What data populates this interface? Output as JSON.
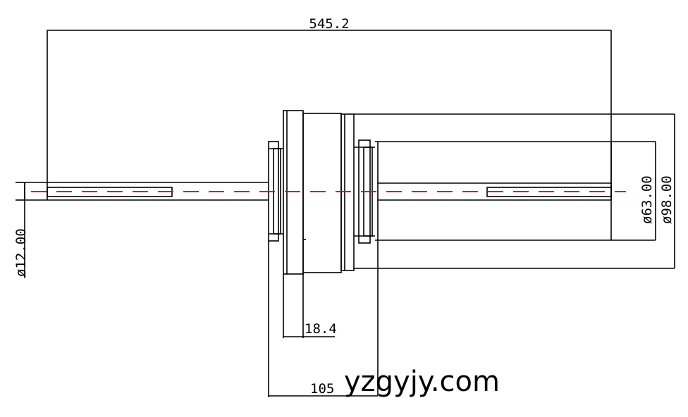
{
  "drawing": {
    "dimensions": {
      "overall_length": "545.2",
      "shaft_diameter": "ø12.00",
      "inner_diameter": "ø63.00",
      "outer_diameter": "ø98.00",
      "flange_width": "18.4",
      "rotor_length": "105"
    },
    "colors": {
      "line": "#000000",
      "centerline": "#e00000",
      "background": "#ffffff"
    }
  },
  "watermark": {
    "text": "yzgyjy.com"
  }
}
